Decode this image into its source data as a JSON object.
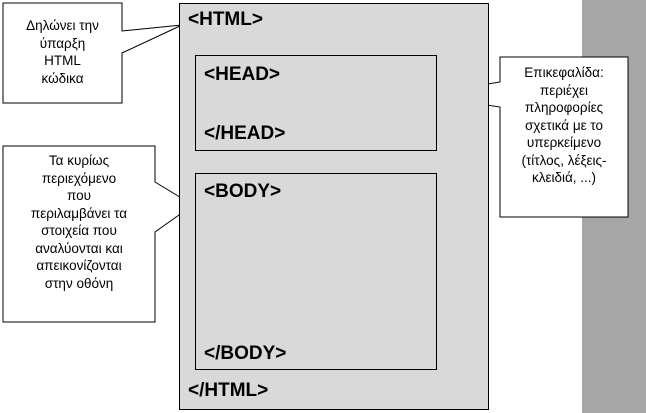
{
  "html_block": {
    "open": "<HTML>",
    "close": "</HTML>"
  },
  "head_block": {
    "open": "<HEAD>",
    "close": "</HEAD>"
  },
  "body_block": {
    "open": "<BODY>",
    "close": "</BODY>"
  },
  "callouts": {
    "html": [
      "Δηλώνει την",
      "ύπαρξη",
      "HTML",
      "κώδικα"
    ],
    "body": [
      "Τα κυρίως",
      "περιεχόμενο",
      "που",
      "περιλαμβάνει τα",
      "στοιχεία που",
      "αναλύονται και",
      "απεικονίζονται",
      "στην οθόνη"
    ],
    "head": [
      "Επικεφαλίδα:",
      "περιέχει",
      "πληροφορίες",
      "σχετικά με το",
      "υπερκείμενο",
      "(τίτλος, λέξεις-",
      "κλειδιά, ...)"
    ]
  },
  "colors": {
    "outer_fill": "#d9d9d9",
    "side_bar": "#a6a6a6",
    "callout_fill": "#ffffff",
    "stroke": "#000000"
  }
}
